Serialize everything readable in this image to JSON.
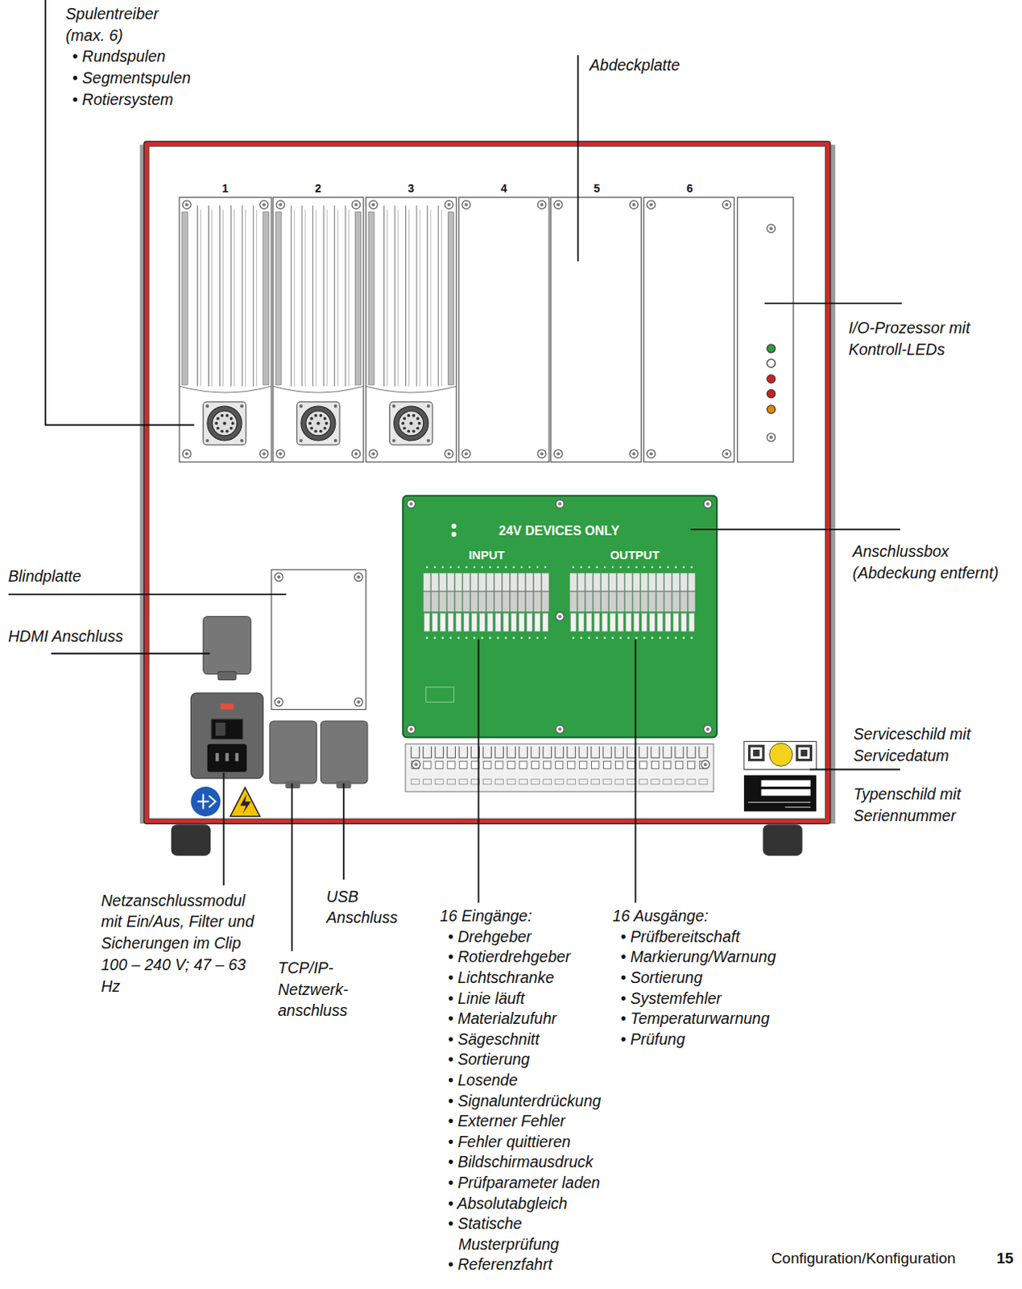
{
  "diagram": {
    "nodes": [
      {
        "text": [
          "24V DEVICES ONLY",
          "INPUT",
          "OUTPUT"
        ]
      }
    ],
    "labels": [
      "Spulentreiber (max. 6)",
      "• Rundspulen",
      "• Segmentspulen",
      "• Rotiersystem",
      "Abdeckplatte",
      "1",
      "2",
      "3",
      "4",
      "5",
      "6",
      "I/O-Prozessor mit Kontroll-LEDs",
      "Anschlussbox (Abdeckung entfernt)",
      "Blindplatte",
      "HDMI Anschluss",
      "Serviceschild mit Servicedatum",
      "Typenschild mit Seriennummer",
      "Netzanschlussmodul mit Ein/Aus, Filter und Sicherungen im Clip 100 – 240 V; 47 – 63 Hz",
      "TCP/IP- Netzwerk- anschluss",
      "USB Anschluss",
      "16 Eingänge:",
      "• Drehgeber",
      "• Rotierdrehgeber",
      "• Lichtschranke",
      "• Linie läuft",
      "• Materialzufuhr",
      "• Sägeschnitt",
      "• Sortierung",
      "• Losende",
      "• Signalunterdrückung",
      "• Externer Fehler",
      "• Fehler quittieren",
      "• Bildschirmausdruck",
      "• Prüfparameter laden",
      "• Absolutabgleich",
      "• Statische Musterprüfung",
      "• Referenzfahrt",
      "16 Ausgänge:",
      "• Prüfbereitschaft",
      "• Markierung/Warnung",
      "• Sortierung",
      "• Systemfehler",
      "• Temperaturwarnung",
      "• Prüfung",
      "Configuration/Konfiguration",
      "15"
    ]
  }
}
